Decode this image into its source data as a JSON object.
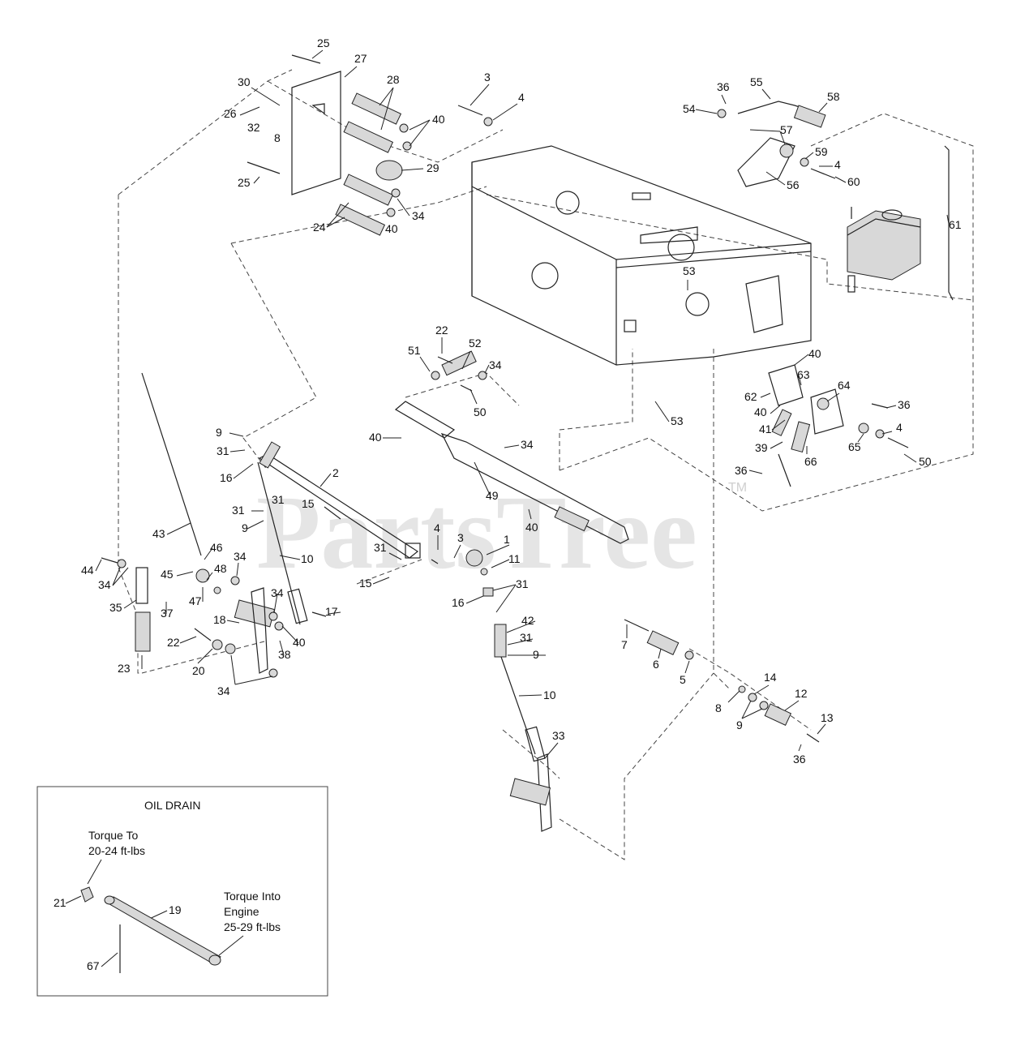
{
  "watermark": {
    "text": "PartsTree",
    "mark": "TM"
  },
  "inset": {
    "title": "OIL DRAIN",
    "note_a_line1": "Torque To",
    "note_a_line2": "20-24 ft-lbs",
    "note_b_line1": "Torque Into",
    "note_b_line2": "Engine",
    "note_b_line3": "25-29 ft-lbs"
  },
  "callouts": [
    {
      "id": "c25a",
      "t": "25"
    },
    {
      "id": "c27",
      "t": "27"
    },
    {
      "id": "c30",
      "t": "30"
    },
    {
      "id": "c28",
      "t": "28"
    },
    {
      "id": "c26",
      "t": "26"
    },
    {
      "id": "c32",
      "t": "32"
    },
    {
      "id": "c8a",
      "t": "8"
    },
    {
      "id": "c40a",
      "t": "40"
    },
    {
      "id": "c29",
      "t": "29"
    },
    {
      "id": "c25b",
      "t": "25"
    },
    {
      "id": "c34a",
      "t": "34"
    },
    {
      "id": "c24",
      "t": "24"
    },
    {
      "id": "c40b",
      "t": "40"
    },
    {
      "id": "c3a",
      "t": "3"
    },
    {
      "id": "c4a",
      "t": "4"
    },
    {
      "id": "c36a",
      "t": "36"
    },
    {
      "id": "c55",
      "t": "55"
    },
    {
      "id": "c58",
      "t": "58"
    },
    {
      "id": "c54",
      "t": "54"
    },
    {
      "id": "c57",
      "t": "57"
    },
    {
      "id": "c59",
      "t": "59"
    },
    {
      "id": "c4b",
      "t": "4"
    },
    {
      "id": "c60",
      "t": "60"
    },
    {
      "id": "c56",
      "t": "56"
    },
    {
      "id": "c61",
      "t": "61"
    },
    {
      "id": "c53a",
      "t": "53"
    },
    {
      "id": "c22a",
      "t": "22"
    },
    {
      "id": "c51",
      "t": "51"
    },
    {
      "id": "c52",
      "t": "52"
    },
    {
      "id": "c34b",
      "t": "34"
    },
    {
      "id": "c50a",
      "t": "50"
    },
    {
      "id": "c40c",
      "t": "40"
    },
    {
      "id": "c63",
      "t": "63"
    },
    {
      "id": "c62",
      "t": "62"
    },
    {
      "id": "c64",
      "t": "64"
    },
    {
      "id": "c40d",
      "t": "40"
    },
    {
      "id": "c36b",
      "t": "36"
    },
    {
      "id": "c53b",
      "t": "53"
    },
    {
      "id": "c41",
      "t": "41"
    },
    {
      "id": "c4c",
      "t": "4"
    },
    {
      "id": "c65",
      "t": "65"
    },
    {
      "id": "c39",
      "t": "39"
    },
    {
      "id": "c66",
      "t": "66"
    },
    {
      "id": "c50b",
      "t": "50"
    },
    {
      "id": "c36c",
      "t": "36"
    },
    {
      "id": "c40e",
      "t": "40"
    },
    {
      "id": "c34c",
      "t": "34"
    },
    {
      "id": "c9a",
      "t": "9"
    },
    {
      "id": "c31a",
      "t": "31"
    },
    {
      "id": "c16a",
      "t": "16"
    },
    {
      "id": "c2",
      "t": "2"
    },
    {
      "id": "c31b",
      "t": "31"
    },
    {
      "id": "c31c",
      "t": "31"
    },
    {
      "id": "c15a",
      "t": "15"
    },
    {
      "id": "c9b",
      "t": "9"
    },
    {
      "id": "c49",
      "t": "49"
    },
    {
      "id": "c40f",
      "t": "40"
    },
    {
      "id": "c43",
      "t": "43"
    },
    {
      "id": "c10a",
      "t": "10"
    },
    {
      "id": "c46",
      "t": "46"
    },
    {
      "id": "c4d",
      "t": "4"
    },
    {
      "id": "c3b",
      "t": "3"
    },
    {
      "id": "c1",
      "t": "1"
    },
    {
      "id": "c44",
      "t": "44"
    },
    {
      "id": "c34d",
      "t": "34"
    },
    {
      "id": "c45",
      "t": "45"
    },
    {
      "id": "c48",
      "t": "48"
    },
    {
      "id": "c34e",
      "t": "34"
    },
    {
      "id": "c31d",
      "t": "31"
    },
    {
      "id": "c11",
      "t": "11"
    },
    {
      "id": "c15b",
      "t": "15"
    },
    {
      "id": "c31e",
      "t": "31"
    },
    {
      "id": "c35",
      "t": "35"
    },
    {
      "id": "c37",
      "t": "37"
    },
    {
      "id": "c47",
      "t": "47"
    },
    {
      "id": "c34f",
      "t": "34"
    },
    {
      "id": "c16b",
      "t": "16"
    },
    {
      "id": "c17",
      "t": "17"
    },
    {
      "id": "c18",
      "t": "18"
    },
    {
      "id": "c40g",
      "t": "40"
    },
    {
      "id": "c38",
      "t": "38"
    },
    {
      "id": "c42",
      "t": "42"
    },
    {
      "id": "c22b",
      "t": "22"
    },
    {
      "id": "c31f",
      "t": "31"
    },
    {
      "id": "c9c",
      "t": "9"
    },
    {
      "id": "c7",
      "t": "7"
    },
    {
      "id": "c23",
      "t": "23"
    },
    {
      "id": "c20",
      "t": "20"
    },
    {
      "id": "c6",
      "t": "6"
    },
    {
      "id": "c5",
      "t": "5"
    },
    {
      "id": "c34g",
      "t": "34"
    },
    {
      "id": "c14",
      "t": "14"
    },
    {
      "id": "c12",
      "t": "12"
    },
    {
      "id": "c8b",
      "t": "8"
    },
    {
      "id": "c9d",
      "t": "9"
    },
    {
      "id": "c13",
      "t": "13"
    },
    {
      "id": "c10b",
      "t": "10"
    },
    {
      "id": "c36d",
      "t": "36"
    },
    {
      "id": "c33",
      "t": "33"
    },
    {
      "id": "c21",
      "t": "21"
    },
    {
      "id": "c19",
      "t": "19"
    },
    {
      "id": "c67",
      "t": "67"
    }
  ]
}
